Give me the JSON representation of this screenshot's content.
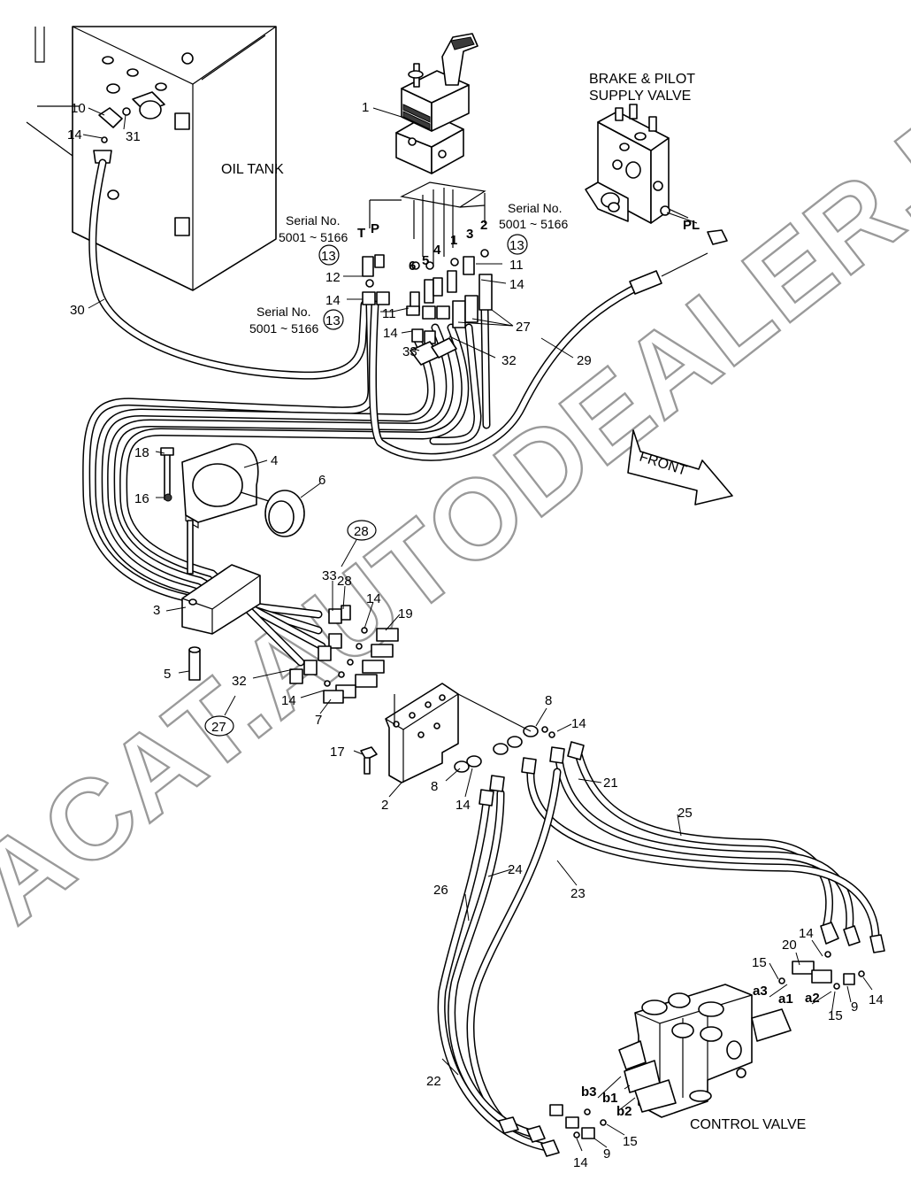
{
  "diagram": {
    "components": {
      "oil_tank": "OIL TANK",
      "brake_valve_line1": "BRAKE & PILOT",
      "brake_valve_line2": "SUPPLY VALVE",
      "control_valve": "CONTROL VALVE",
      "front_arrow": "FRONT",
      "port_pl": "PL"
    },
    "serial_notes": {
      "serial_label": "Serial No.",
      "serial_range": "5001 ~ 5166"
    },
    "pilot_ports": {
      "t": "T",
      "p": "P",
      "p1": "1",
      "p2": "2",
      "p3": "3",
      "p4": "4",
      "p5": "5",
      "p6": "6"
    },
    "control_ports": {
      "a1": "a1",
      "a2": "a2",
      "a3": "a3",
      "b1": "b1",
      "b2": "b2",
      "b3": "b3"
    },
    "part_numbers": {
      "n1": "1",
      "n2": "2",
      "n3": "3",
      "n4": "4",
      "n5": "5",
      "n6": "6",
      "n7": "7",
      "n8": "8",
      "n9": "9",
      "n10": "10",
      "n11": "11",
      "n12": "12",
      "n13": "13",
      "n14": "14",
      "n15": "15",
      "n16": "16",
      "n17": "17",
      "n18": "18",
      "n19": "19",
      "n20": "20",
      "n21": "21",
      "n22": "22",
      "n23": "23",
      "n24": "24",
      "n25": "25",
      "n26": "26",
      "n27": "27",
      "n28": "28",
      "n29": "29",
      "n30": "30",
      "n31": "31",
      "n32": "32",
      "n33": "33"
    },
    "watermark": "ACAT.AUTODEALER.RU"
  }
}
